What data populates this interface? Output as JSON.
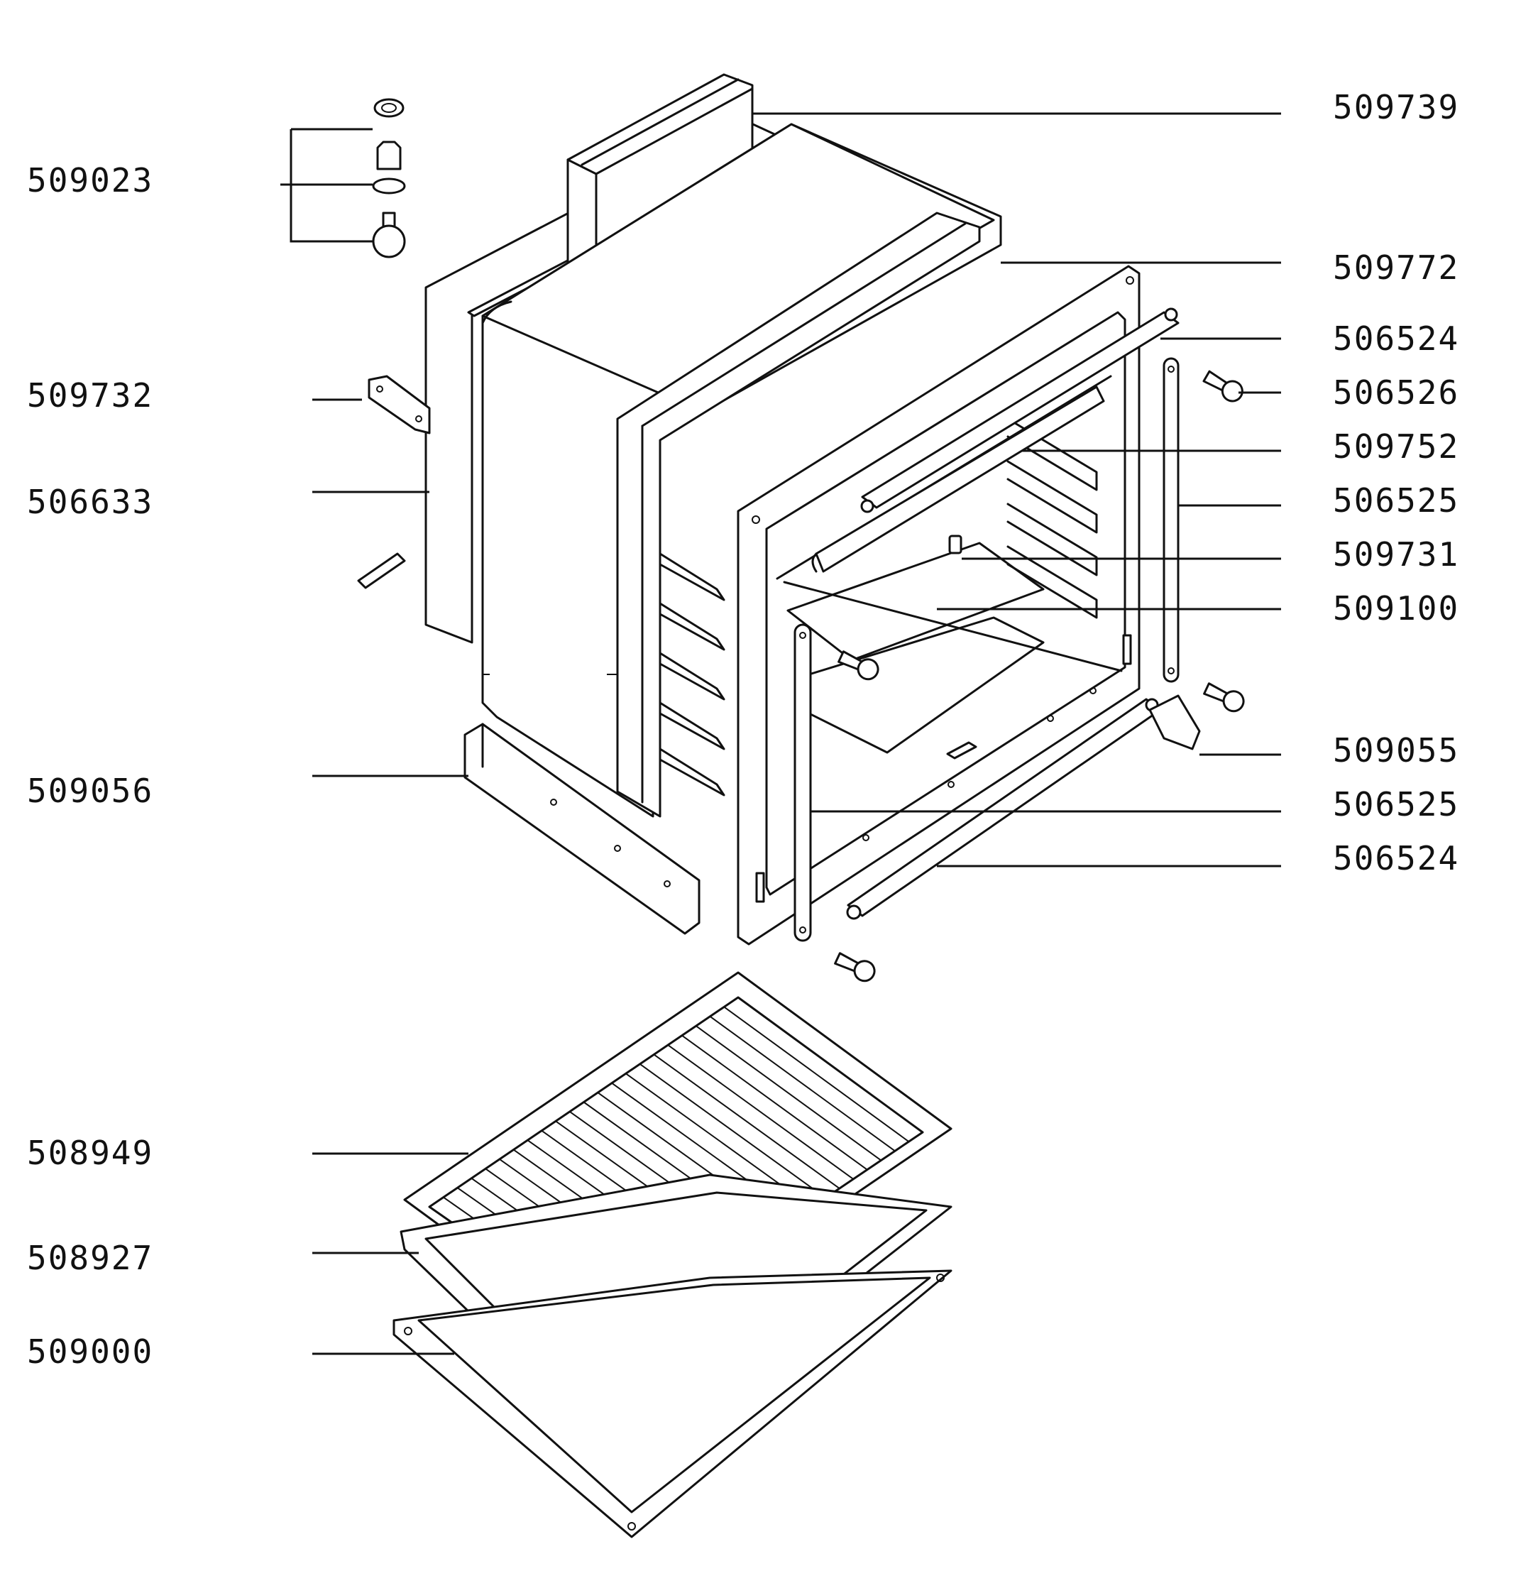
{
  "part_labels": {
    "p509023": "509023",
    "p509732": "509732",
    "p506633": "506633",
    "p509056": "509056",
    "p508949": "508949",
    "p508927": "508927",
    "p509000": "509000",
    "p509739": "509739",
    "p509772": "509772",
    "p506524_top": "506524",
    "p506526": "506526",
    "p509752": "509752",
    "p506525_top": "506525",
    "p509731": "509731",
    "p509100": "509100",
    "p509055": "509055",
    "p506525_bottom": "506525",
    "p506524_bottom": "506524"
  },
  "colors": {
    "ink": "#111111",
    "paper": "#ffffff"
  }
}
